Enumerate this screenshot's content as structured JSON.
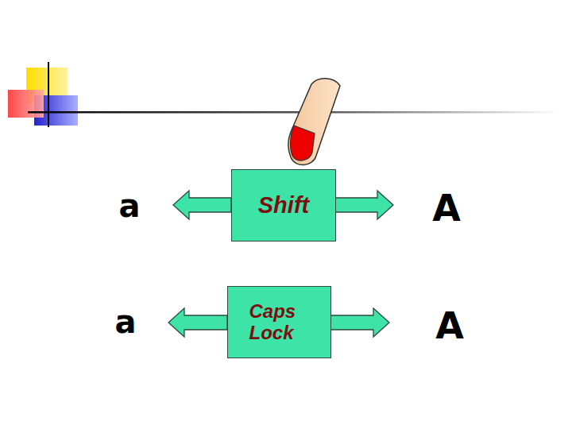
{
  "diagram": {
    "nodes": [
      {
        "text": [
          "Shift"
        ]
      },
      {
        "text": [
          "Caps Lock"
        ]
      }
    ],
    "labels": [
      "a",
      "A",
      "a",
      "A"
    ]
  }
}
